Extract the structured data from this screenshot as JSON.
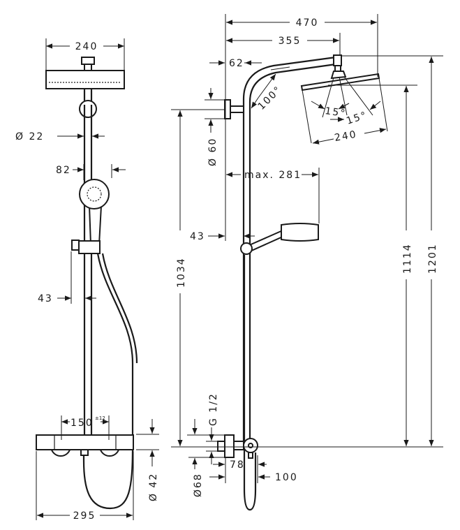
{
  "front_view": {
    "head_width": "240",
    "pipe_diameter": "Ø 22",
    "hand_shower_offset": "82",
    "slider_offset": "43",
    "thermostat_spacing": "150",
    "thermostat_tolerance": "±12",
    "thermostat_diameter": "Ø 42",
    "thermostat_width": "295"
  },
  "side_view": {
    "overall_projection": "470",
    "arm_projection": "355",
    "wall_offset": "62",
    "flange_diameter": "Ø 60",
    "arm_angle": "100°",
    "spray_angle_left": "15°",
    "spray_angle_right": "15°",
    "head_width": "240",
    "hand_shower_reach": "max. 281",
    "hand_shower_wall_offset": "43",
    "height_bracket": "1034",
    "height_head": "1114",
    "height_total": "1201",
    "connection_thread": "G 1/2",
    "connector_diameter": "Ø68",
    "connector_depth_min": "78",
    "connector_depth_max": "100"
  }
}
